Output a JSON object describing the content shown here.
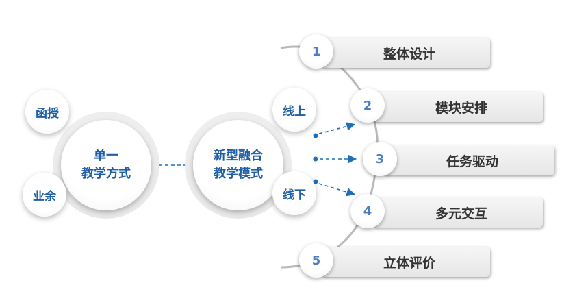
{
  "left_group": {
    "top_label": "函授",
    "bottom_label": "业余",
    "center_line1": "单一",
    "center_line2": "教学方式"
  },
  "middle_group": {
    "top_label": "线上",
    "bottom_label": "线下",
    "center_line1": "新型融合",
    "center_line2": "教学模式"
  },
  "items": [
    {
      "num": "1",
      "label": "整体设计"
    },
    {
      "num": "2",
      "label": "模块安排"
    },
    {
      "num": "3",
      "label": "任务驱动"
    },
    {
      "num": "4",
      "label": "多元交互"
    },
    {
      "num": "5",
      "label": "立体评价"
    }
  ],
  "colors": {
    "accent_blue": "#1f5fa6",
    "number_blue": "#4a7fc4",
    "arc_gray": "#b8b8b8",
    "bar_text": "#333333"
  }
}
